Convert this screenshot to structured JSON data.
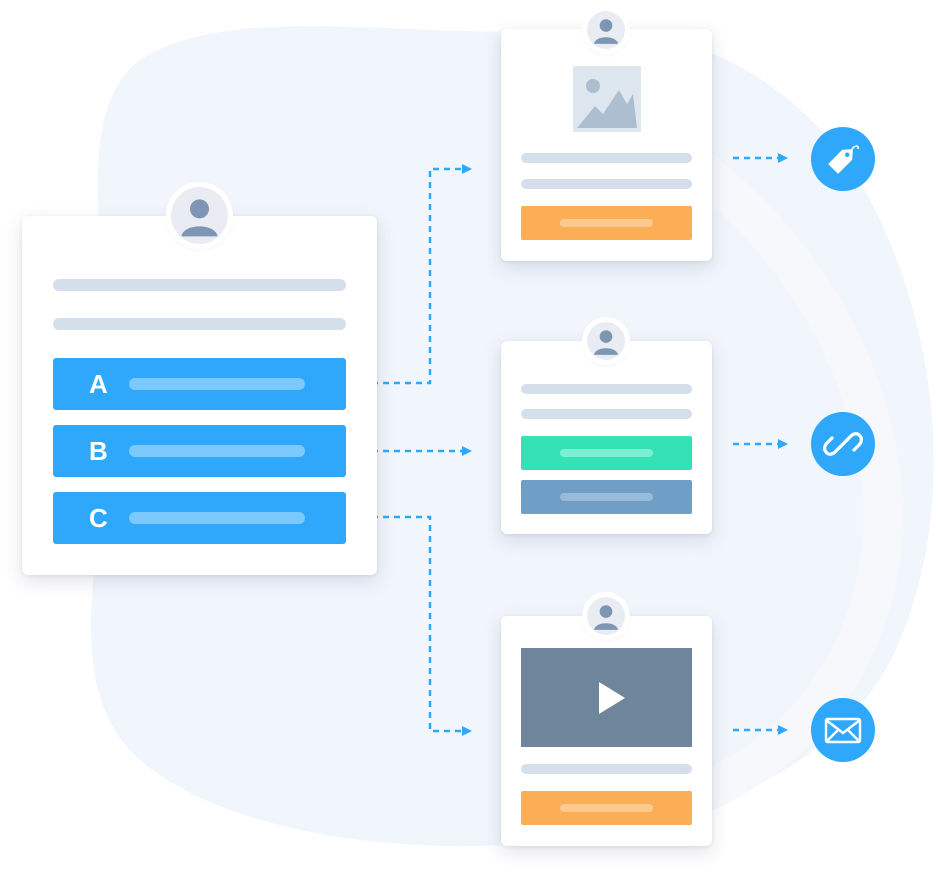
{
  "colors": {
    "primary": "#2fa8fb",
    "orange": "#fcae57",
    "green": "#34e2b6",
    "slate": "#6f9ec6",
    "video": "#6e859c",
    "placeholder": "#d5dfeb",
    "background_blob": "#f1f5fc"
  },
  "question_card": {
    "options": [
      {
        "letter": "A"
      },
      {
        "letter": "B"
      },
      {
        "letter": "C"
      }
    ]
  },
  "cards": [
    {
      "media": "image-placeholder-icon",
      "buttons": [
        "orange"
      ],
      "action_icon": "tag-icon"
    },
    {
      "media": "none",
      "buttons": [
        "green",
        "slate"
      ],
      "action_icon": "link-icon"
    },
    {
      "media": "video-play-icon",
      "buttons": [
        "orange"
      ],
      "action_icon": "envelope-icon"
    }
  ]
}
